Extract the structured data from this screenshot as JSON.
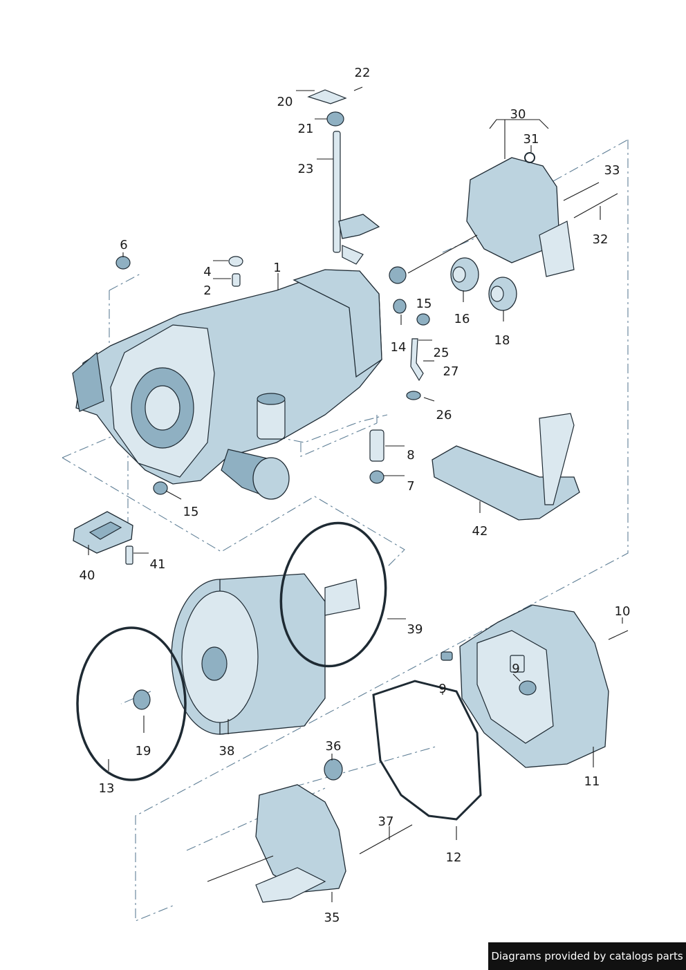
{
  "callouts": [
    "1",
    "2",
    "4",
    "6",
    "7",
    "8",
    "9",
    "9",
    "10",
    "11",
    "12",
    "13",
    "14",
    "15",
    "15",
    "15",
    "16",
    "18",
    "19",
    "20",
    "21",
    "22",
    "23",
    "25",
    "26",
    "27",
    "30",
    "31",
    "32",
    "33",
    "35",
    "36",
    "37",
    "38",
    "39",
    "40",
    "41",
    "42"
  ],
  "credit": "Diagrams provided by catalogs parts",
  "colors": {
    "part_fill": "#bcd3df",
    "outline": "#1e2a33",
    "dashline": "#5f7f96",
    "credit_bg": "#111111"
  }
}
